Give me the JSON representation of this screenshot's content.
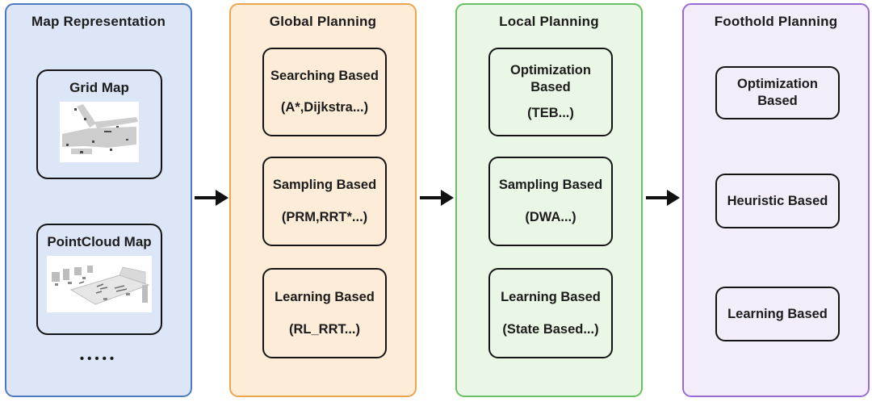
{
  "diagram": {
    "panels": [
      {
        "title": "Map Representation",
        "items": [
          {
            "label": "Grid Map",
            "image": "grid-map-thumbnail"
          },
          {
            "label": "PointCloud Map",
            "image": "pointcloud-thumbnail"
          }
        ],
        "more_indicator": "•••••"
      },
      {
        "title": "Global Planning",
        "items": [
          {
            "method": "Searching Based",
            "examples": "(A*,Dijkstra...)"
          },
          {
            "method": "Sampling Based",
            "examples": "(PRM,RRT*...)"
          },
          {
            "method": "Learning Based",
            "examples": "(RL_RRT...)"
          }
        ]
      },
      {
        "title": "Local Planning",
        "items": [
          {
            "method": "Optimization Based",
            "examples": "(TEB...)"
          },
          {
            "method": "Sampling Based",
            "examples": "(DWA...)"
          },
          {
            "method": "Learning Based",
            "examples": "(State Based...)"
          }
        ]
      },
      {
        "title": "Foothold Planning",
        "items": [
          {
            "method": "Optimization Based"
          },
          {
            "method": "Heuristic Based"
          },
          {
            "method": "Learning Based"
          }
        ]
      }
    ],
    "colors": {
      "map_panel_border": "#4d79c0",
      "map_panel_bg": "#dde6f6",
      "global_panel_border": "#eda64c",
      "global_panel_bg": "#fdecd8",
      "local_panel_border": "#67c065",
      "local_panel_bg": "#eaf7e6",
      "foothold_panel_border": "#9c6bd3",
      "foothold_panel_bg": "#f2edf9",
      "box_border": "#141414",
      "arrow": "#111111"
    }
  }
}
